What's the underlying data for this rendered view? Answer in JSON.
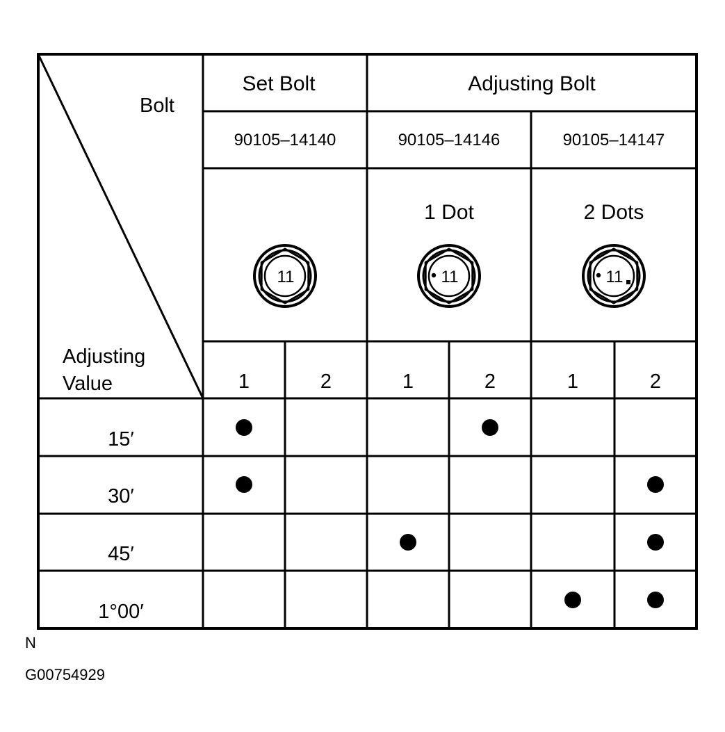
{
  "header": {
    "corner_top": "Bolt",
    "corner_bottom_line1": "Adjusting",
    "corner_bottom_line2": "Value",
    "set_bolt": "Set Bolt",
    "adjusting_bolt": "Adjusting Bolt"
  },
  "part_numbers": [
    "90105–14140",
    "90105–14146",
    "90105–14147"
  ],
  "marks": [
    "",
    "1 Dot",
    "2 Dots"
  ],
  "bolt_head_number": "11",
  "bolt_dots": [
    0,
    1,
    2
  ],
  "position_labels": [
    "1",
    "2",
    "1",
    "2",
    "1",
    "2"
  ],
  "rows": [
    {
      "value": "15′",
      "selected": [
        true,
        false,
        false,
        true,
        false,
        false
      ]
    },
    {
      "value": "30′",
      "selected": [
        true,
        false,
        false,
        false,
        false,
        true
      ]
    },
    {
      "value": "45′",
      "selected": [
        false,
        false,
        true,
        false,
        false,
        true
      ]
    },
    {
      "value": "1°00′",
      "selected": [
        false,
        false,
        false,
        false,
        true,
        true
      ]
    }
  ],
  "footer": {
    "orientation_mark": "N",
    "figure_id": "G00754929"
  }
}
